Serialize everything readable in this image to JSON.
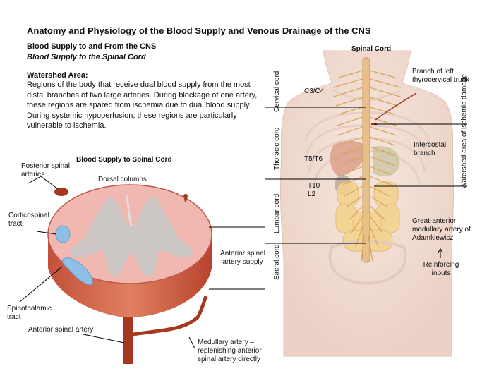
{
  "title": "Anatomy and Physiology of the Blood Supply and Venous Drainage of the CNS",
  "section_heading": "Blood Supply to and From the CNS",
  "subsection_heading": "Blood Supply to the Spinal Cord",
  "watershed": {
    "heading": "Watershed Area:",
    "text": "Regions of the body that receive dual blood supply from the most distal branches of two large arteries. During blockage of one artery, these regions are spared from ischemia due to dual blood supply. During systemic hypoperfusion, these regions are particularly vulnerable to ischemia."
  },
  "cross_section": {
    "title": "Blood Supply to Spinal Cord",
    "posterior_spinal_arteries": "Posterior spinal arteries",
    "dorsal_columns": "Dorsal columns",
    "corticospinal_tract": "Corticospinal tract",
    "anterior_supply": "Anterior spinal artery supply",
    "spinothalamic_tract": "Spinothalamic tract",
    "anterior_spinal_artery": "Anterior spinal artery",
    "medullary_artery": "Medullary artery – replenishing anterior spinal artery directly"
  },
  "body_figure": {
    "title": "Spinal Cord",
    "cervical": "Cervical cord",
    "thoracic": "Thoracic cord",
    "lumbar": "Lumbar cord",
    "sacral": "Sacral cord",
    "c3c4": "C3/C4",
    "t5t6": "T5/T6",
    "t10": "T10",
    "l2": "L2",
    "thyrocervical": "Branch of left thyrocervical trunk",
    "intercostal": "Intercostal branch",
    "adamkiewicz": "Great-anterior medullary artery of Adamkiewicz",
    "reinforcing": "Reinforcing inputs",
    "watershed_label": "Watershed area of ischemic damage"
  },
  "colors": {
    "cord_pink": "#f0b8b0",
    "cord_edge": "#b23a2a",
    "gray_matter": "#c9c9c9",
    "tract_blue": "#8ec0e6",
    "artery": "#a5391f",
    "spine_nerve": "#d9a35a"
  }
}
